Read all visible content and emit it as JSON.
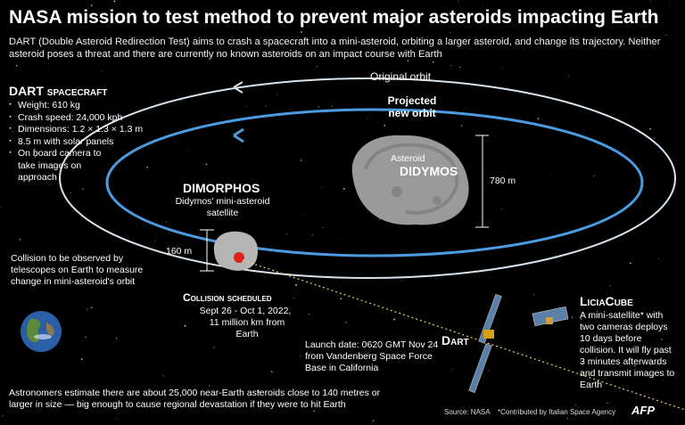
{
  "title": "NASA mission to test method to prevent major asteroids impacting Earth",
  "subtitle": "DART (Double Asteroid Redirection Test) aims to crash a spacecraft into a mini-asteroid, orbiting a larger asteroid, and change its trajectory. Neither asteroid poses a threat and there are currently no known asteroids on an impact course with Earth",
  "spacecraft": {
    "heading_main": "DART",
    "heading_rest": "spacecraft",
    "specs": [
      "Weight: 610 kg",
      "Crash speed: 24,000 kph",
      "Dimensions: 1.2 × 1.3 × 1.3 m",
      "8.5 m with solar panels",
      "On board camera to take images on approach"
    ]
  },
  "orbits": {
    "original": "Original orbit",
    "projected": "Projected new orbit"
  },
  "didymos": {
    "pre": "Asteroid",
    "name": "DIDYMOS",
    "size": "780 m"
  },
  "dimorphos": {
    "name": "DIMORPHOS",
    "desc": "Didymos' mini-asteroid satellite",
    "size": "160 m"
  },
  "observation": "Collision to be observed by telescopes on Earth to measure change in mini-asteroid's orbit",
  "collision": {
    "heading": "Collision scheduled",
    "dates": "Sept 26 - Oct 1, 2022,",
    "distance": "11 million km from Earth"
  },
  "launch": "Launch date: 0620 GMT Nov 24 from Vandenberg Space Force Base in California",
  "dart_label": "Dart",
  "liciacube": {
    "heading": "LiciaCube",
    "text": "A mini-satellite* with two cameras deploys 10 days before collision. It will fly past 3 minutes afterwards and transmit images to Earth"
  },
  "footer": "Astronomers estimate there are about 25,000 near-Earth asteroids close to 140 metres or larger in size — big  enough to cause regional devastation if they were to hit Earth",
  "source": "Source: NASA",
  "credit": "*Contributed by Italian Space Agency",
  "logo": "AFP",
  "colors": {
    "background": "#000000",
    "original_orbit": "#d8e4ee",
    "projected_orbit": "#4a9be0",
    "impact": "#e0201a"
  }
}
